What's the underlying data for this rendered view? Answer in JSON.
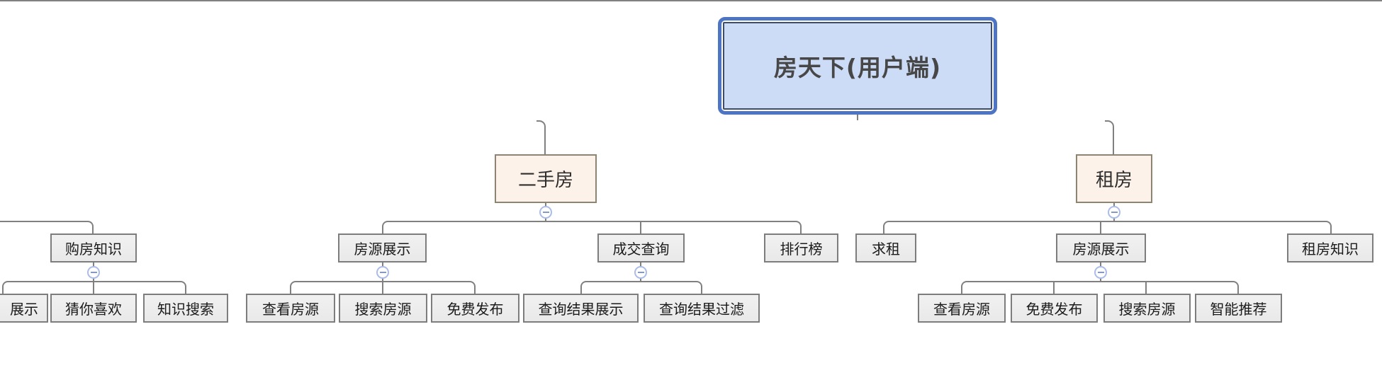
{
  "colors": {
    "connector": "#808080",
    "root_fill": "#cddcf6",
    "root_border": "#4e74c4",
    "root_inner_border": "#3f4e66",
    "root_text": "#474747",
    "branch_fill": "#fdf2e9",
    "branch_border": "#8e8474",
    "node_fill": "#eeeeee",
    "node_border": "#7d7d7d",
    "node_text": "#1b1b1b",
    "collapse_ring": "#aabcea",
    "collapse_minus": "#8699c4"
  },
  "tree": {
    "root": {
      "label": "房天下(用户端)"
    },
    "collapse_icon": "minus",
    "branches": [
      {
        "children": [
          {
            "label": "购房知识",
            "children": [
              {
                "label": "展示"
              },
              {
                "label": "猜你喜欢"
              },
              {
                "label": "知识搜索"
              }
            ]
          }
        ]
      },
      {
        "label": "二手房",
        "children": [
          {
            "label": "房源展示",
            "children": [
              {
                "label": "查看房源"
              },
              {
                "label": "搜索房源"
              },
              {
                "label": "免费发布"
              }
            ]
          },
          {
            "label": "成交查询",
            "children": [
              {
                "label": "查询结果展示"
              },
              {
                "label": "查询结果过滤"
              }
            ]
          },
          {
            "label": "排行榜"
          }
        ]
      },
      {
        "label": "租房",
        "children": [
          {
            "label": "求租"
          },
          {
            "label": "房源展示",
            "children": [
              {
                "label": "查看房源"
              },
              {
                "label": "免费发布"
              },
              {
                "label": "搜索房源"
              },
              {
                "label": "智能推荐"
              }
            ]
          },
          {
            "label": "租房知识"
          }
        ]
      }
    ]
  }
}
